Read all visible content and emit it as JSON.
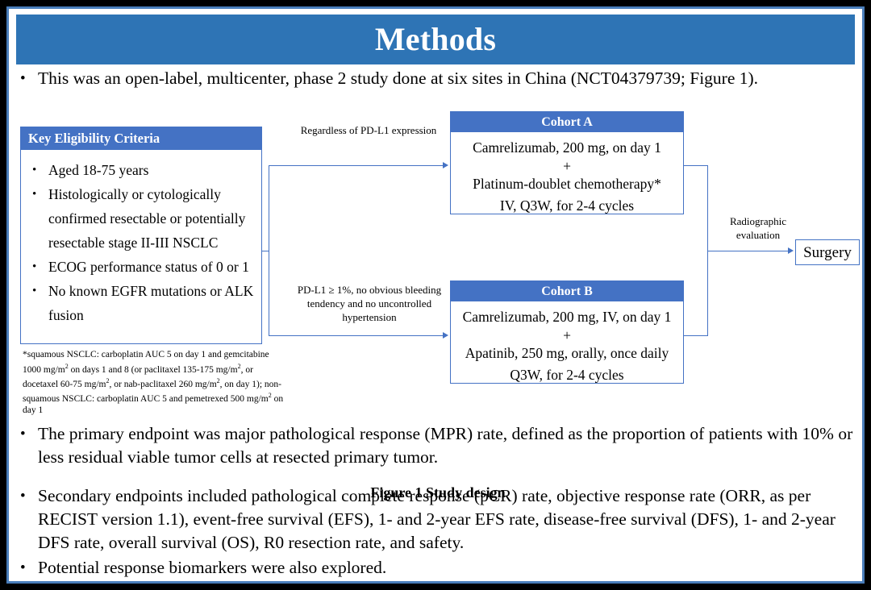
{
  "slide": {
    "title": "Methods",
    "accent_color": "#2E74B5",
    "box_color": "#4472C4",
    "border_color": "#4a7ebb"
  },
  "bullets": {
    "intro": "This was an open-label, multicenter, phase 2 study done at six sites in China (NCT04379739; Figure 1).",
    "primary_endpoint": "The primary endpoint was major pathological response (MPR) rate, defined as the proportion of patients with 10% or less residual viable tumor cells at resected primary tumor.",
    "secondary_endpoints": "Secondary endpoints included pathological complete response (pCR) rate, objective response rate (ORR, as per RECIST version 1.1), event-free survival (EFS), 1- and 2-year EFS rate, disease-free survival (DFS), 1- and 2-year DFS rate, overall survival (OS), R0 resection rate, and safety.",
    "biomarkers": "Potential response biomarkers were also explored.",
    "marker": "•"
  },
  "figure": {
    "caption": "Figure 1 Study design",
    "eligibility": {
      "title": "Key  Eligibility Criteria",
      "items": [
        "Aged 18-75 years",
        "Histologically or cytologically confirmed resectable or potentially resectable stage II-III  NSCLC",
        "ECOG performance status of 0 or 1",
        "No known EGFR mutations or ALK fusion"
      ]
    },
    "cohort_a": {
      "title": "Cohort A",
      "line1": "Camrelizumab, 200 mg, on day 1",
      "line2": "+",
      "line3": "Platinum-doublet chemotherapy*",
      "line4": "IV, Q3W, for 2-4 cycles"
    },
    "cohort_b": {
      "title": "Cohort B",
      "line1": "Camrelizumab, 200 mg, IV, on day 1",
      "line2": "+",
      "line3": "Apatinib, 250 mg, orally, once daily",
      "line4": "Q3W, for 2-4 cycles"
    },
    "label_cohort_a": "Regardless  of PD-L1 expression",
    "label_cohort_b": "PD-L1 ≥ 1%, no obvious bleeding tendency  and no uncontrolled  hypertension",
    "label_radiographic": "Radiographic evaluation",
    "surgery": "Surgery",
    "footnote": {
      "part1": "*squamous NSCLC: carboplatin AUC 5 on day 1 and gemcitabine 1000 mg/m",
      "sup1": "2",
      "part2": " on days 1 and 8 (or paclitaxel  135-175  mg/m",
      "sup2": "2",
      "part3": ", or docetaxel 60-75 mg/m",
      "sup3": "2",
      "part4": ", or nab-paclitaxel 260 mg/m",
      "sup4": "2",
      "part5": ", on day 1); non-squamous NSCLC: carboplatin AUC 5 and pemetrexed 500 mg/m",
      "sup5": "2",
      "part6": " on day 1"
    }
  }
}
